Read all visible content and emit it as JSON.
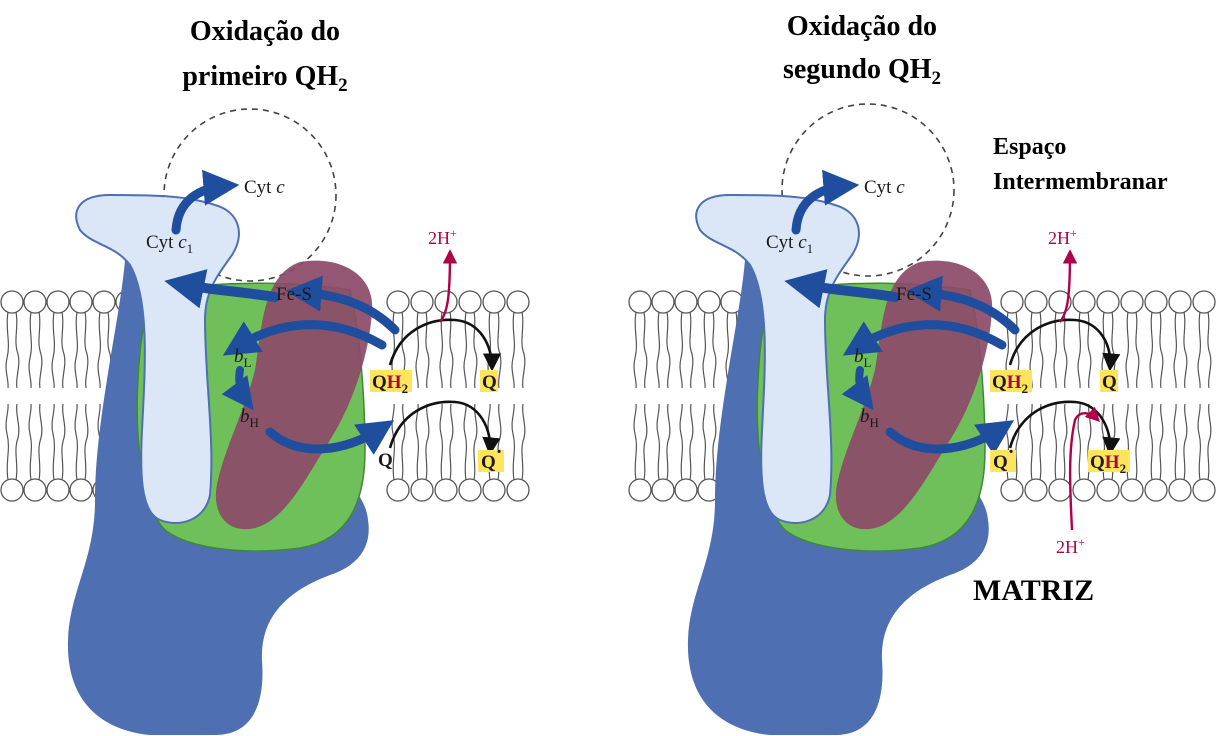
{
  "left_panel": {
    "title_line1": "Oxidação do",
    "title_line2_main": "primeiro QH",
    "title_line2_sub": "2",
    "cyt_c": "Cyt",
    "cyt_c_italic": "c",
    "cyt_c1": "Cyt",
    "cyt_c1_italic": "c",
    "cyt_c1_sub": "1",
    "fe_s": "Fe-S",
    "b_l": "b",
    "b_l_sub": "L",
    "b_h": "b",
    "b_h_sub": "H",
    "qh2_top_q": "Q",
    "qh2_top_h": "H",
    "qh2_top_sub": "2",
    "q_top_right": "Q",
    "q_bottom_left": "Q",
    "q_radical": "Q",
    "q_radical_mark": "·",
    "proton_top": "2H",
    "proton_top_sup": "+"
  },
  "right_panel": {
    "title_line1": "Oxidação do",
    "title_line2_main": "segundo QH",
    "title_line2_sub": "2",
    "label_space_line1": "Espaço",
    "label_space_line2": "Intermembranar",
    "label_matrix": "MATRIZ",
    "cyt_c": "Cyt",
    "cyt_c_italic": "c",
    "cyt_c1": "Cyt",
    "cyt_c1_italic": "c",
    "cyt_c1_sub": "1",
    "fe_s": "Fe-S",
    "b_l": "b",
    "b_l_sub": "L",
    "b_h": "b",
    "b_h_sub": "H",
    "qh2_top_q": "Q",
    "qh2_top_h": "H",
    "qh2_top_sub": "2",
    "q_top_right": "Q",
    "q_radical": "Q",
    "q_radical_mark": "·",
    "qh2_bottom_q": "Q",
    "qh2_bottom_h": "H",
    "qh2_bottom_sub": "2",
    "proton_top": "2H",
    "proton_top_sup": "+",
    "proton_bottom": "2H",
    "proton_bottom_sup": "+"
  },
  "colors": {
    "complex_blue": "#4f6fb3",
    "cyt_c1_pale": "#dbe6f6",
    "green_domain": "#6fbf5a",
    "purple_domain": "#8c4a68",
    "arrow_blue": "#1f4e9e",
    "proton_red": "#b0004a",
    "highlight_yellow": "#ffe45c"
  }
}
